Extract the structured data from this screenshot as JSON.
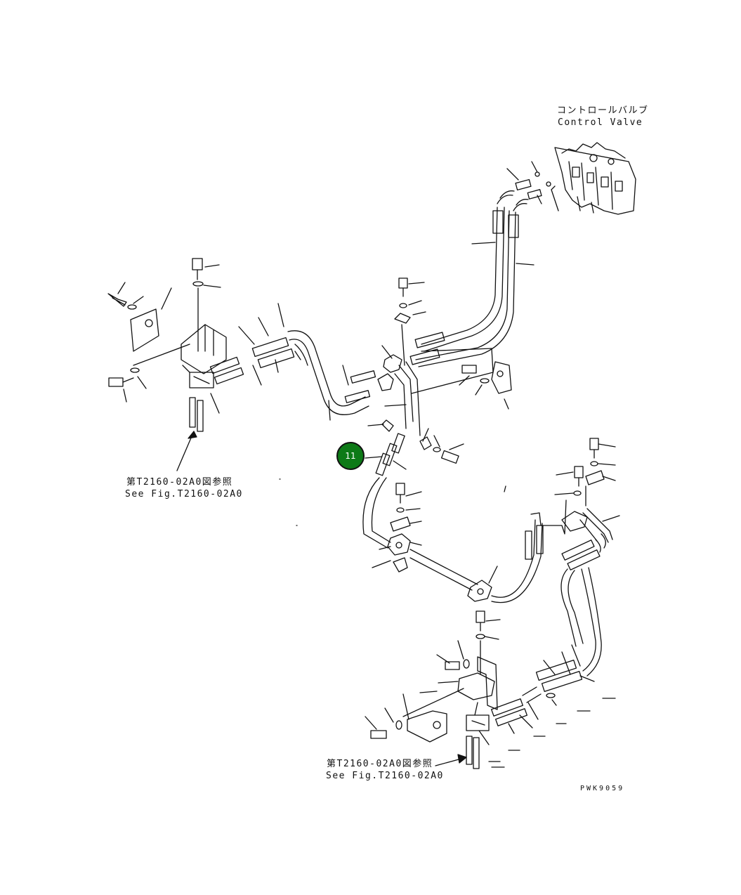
{
  "labels": {
    "control_valve_jp": "コントロールバルブ",
    "control_valve_en": "Control Valve",
    "ref_left_jp": "第T2160-02A0図参照",
    "ref_left_en": "See Fig.T2160-02A0",
    "ref_bottom_jp": "第T2160-02A0図参照",
    "ref_bottom_en": "See Fig.T2160-02A0",
    "drawing_code": "PWK9059"
  },
  "callout": {
    "number": "11",
    "color": "#0d7a17"
  },
  "colors": {
    "line": "#111111",
    "background": "#ffffff"
  }
}
